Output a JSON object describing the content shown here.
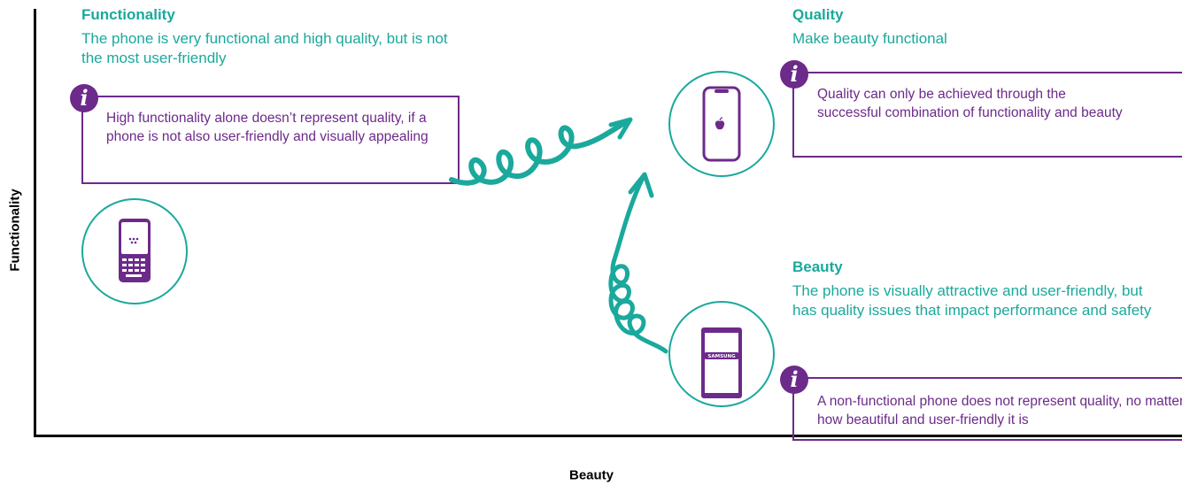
{
  "axes": {
    "x_label": "Beauty",
    "y_label": "Functionality"
  },
  "functionality": {
    "title": "Functionality",
    "description": "The phone is very functional and high quality, but is not the most user-friendly",
    "info": "High functionality alone doesn’t represent quality, if a phone is not also user-friendly and visually appealing",
    "icon": "blackberry-phone-icon"
  },
  "quality": {
    "title": "Quality",
    "description": "Make beauty functional",
    "info": "Quality can only be achieved through the successful combination of functionality and beauty",
    "icon": "iphone-icon"
  },
  "beauty": {
    "title": "Beauty",
    "description": "The phone is visually attractive and user-friendly, but has quality issues that impact performance and safety",
    "info": "A non-functional phone does not represent quality, no matter how beautiful and user-friendly it is",
    "icon": "samsung-phone-icon",
    "brand": "SAMSUNG"
  },
  "colors": {
    "teal": "#1aa99c",
    "purple": "#6c2a8a"
  }
}
